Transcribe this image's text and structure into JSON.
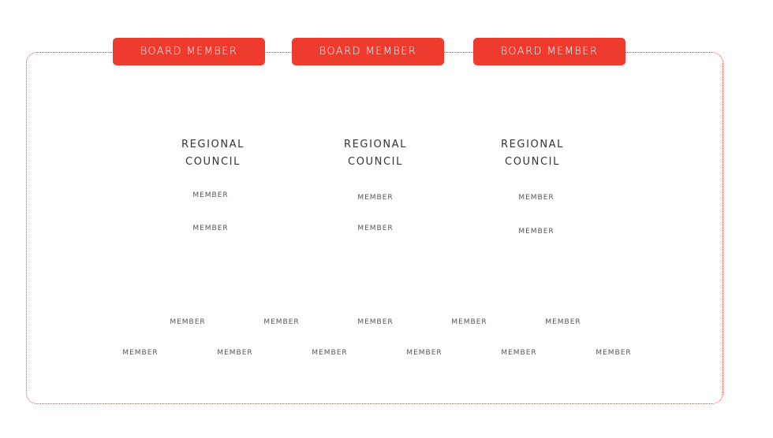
{
  "colors": {
    "accent": "#ef3b2d",
    "text": "#333333"
  },
  "board_members": [
    "BOARD MEMBER",
    "BOARD MEMBER",
    "BOARD MEMBER"
  ],
  "councils": [
    {
      "title_line1": "REGIONAL",
      "title_line2": "COUNCIL",
      "members": [
        "MEMBER",
        "MEMBER"
      ]
    },
    {
      "title_line1": "REGIONAL",
      "title_line2": "COUNCIL",
      "members": [
        "MEMBER",
        "MEMBER"
      ]
    },
    {
      "title_line1": "REGIONAL",
      "title_line2": "COUNCIL",
      "members": [
        "MEMBER",
        "MEMBER"
      ]
    }
  ],
  "members_row1": [
    "MEMBER",
    "MEMBER",
    "MEMBER",
    "MEMBER",
    "MEMBER"
  ],
  "members_row2": [
    "MEMBER",
    "MEMBER",
    "MEMBER",
    "MEMBER",
    "MEMBER",
    "MEMBER"
  ]
}
